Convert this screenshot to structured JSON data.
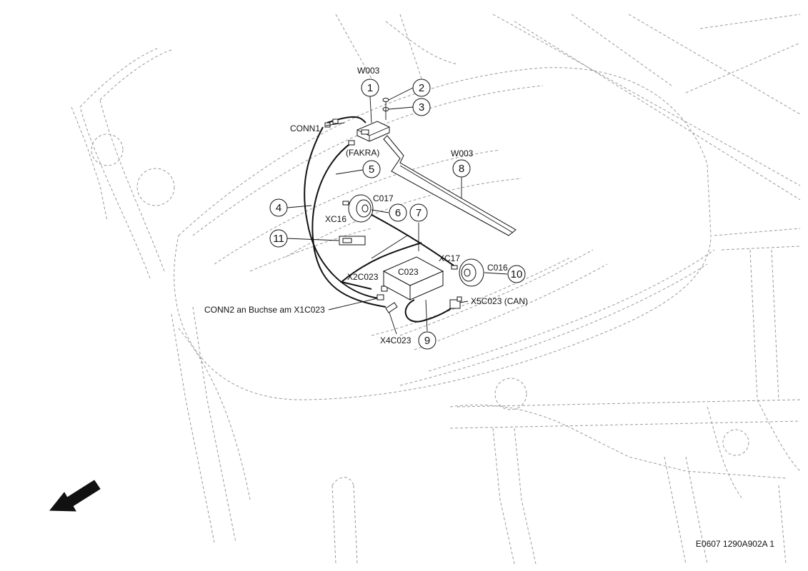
{
  "callouts": {
    "c1": "1",
    "c2": "2",
    "c3": "3",
    "c4": "4",
    "c5": "5",
    "c6": "6",
    "c7": "7",
    "c8": "8",
    "c9": "9",
    "c10": "10",
    "c11": "11"
  },
  "labels": {
    "w003_top": "W003",
    "conn1": "CONN1",
    "fakra": "(FAKRA)",
    "w003_right": "W003",
    "c017": "C017",
    "xc16": "XC16",
    "xc17": "XC17",
    "c016": "C016",
    "c023": "C023",
    "x2c023": "X2C023",
    "x5c023": "X5C023 (CAN)",
    "conn2": "CONN2 an Buchse am X1C023",
    "x4c023": "X4C023"
  },
  "drawing_id": "E0607 1290A902A 1"
}
